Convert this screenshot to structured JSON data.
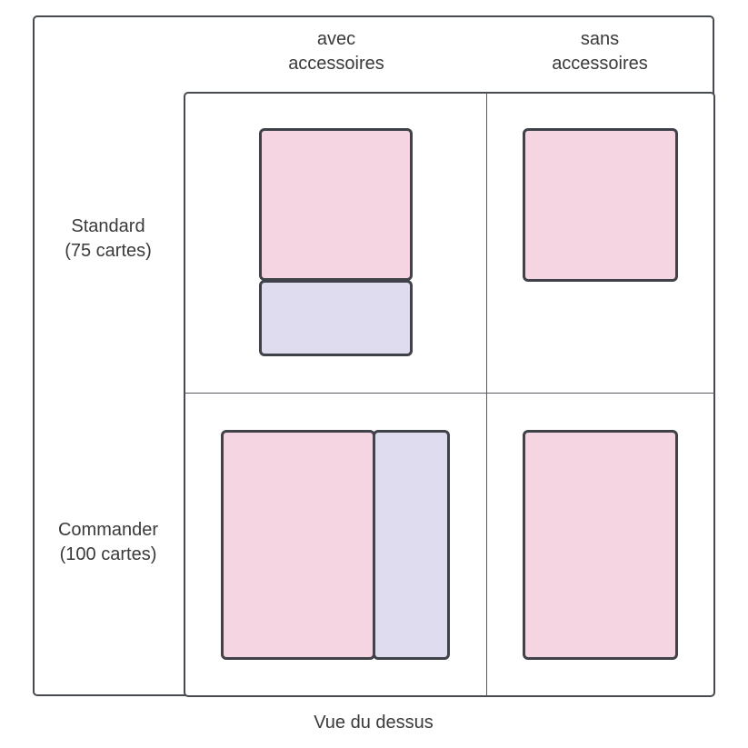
{
  "columns": [
    {
      "line1": "avec",
      "line2": "accessoires"
    },
    {
      "line1": "sans",
      "line2": "accessoires"
    }
  ],
  "rows": [
    {
      "line1": "Standard",
      "line2": "(75 cartes)"
    },
    {
      "line1": "Commander",
      "line2": "(100 cartes)"
    }
  ],
  "caption": "Vue du dessus",
  "colors": {
    "deck": "#f6d5e3",
    "accessory": "#dfdcef",
    "stroke": "#3f4248"
  }
}
